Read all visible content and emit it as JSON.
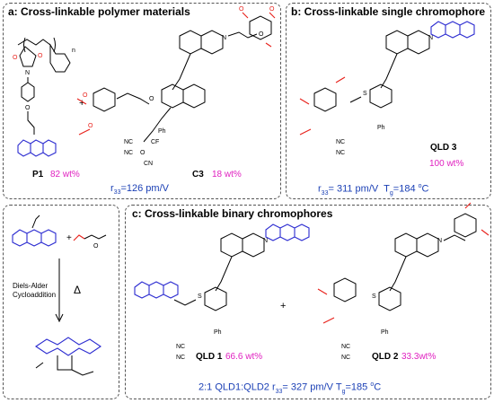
{
  "panel_a": {
    "title": "a: Cross-linkable polymer materials",
    "p1": "P1",
    "p1_wt": "82 wt%",
    "c3": "C3",
    "c3_wt": "18 wt%",
    "r33_label": "r",
    "r33_sub": "33",
    "r33_value": "=126 pm/V",
    "plus": "+"
  },
  "panel_b": {
    "title": "b: Cross-linkable single chromophore",
    "qld3": "QLD 3",
    "qld3_wt": "100 wt%",
    "r33_label": "r",
    "r33_sub": "33",
    "r33_value": "= 311 pm/V",
    "tg_label": "T",
    "tg_sub": "g",
    "tg_value": "=184 ",
    "tg_unit_sup": "o",
    "tg_unit": "C"
  },
  "panel_da": {
    "reaction_line1": "Diels-Alder",
    "reaction_line2": "Cycloaddition",
    "delta": "Δ",
    "plus": "+"
  },
  "panel_c": {
    "title": "c: Cross-linkable binary chromophores",
    "qld1": "QLD 1",
    "qld1_wt": "66.6 wt%",
    "qld2": "QLD 2",
    "qld2_wt": "33.3wt%",
    "plus": "+",
    "summary_prefix": "2:1 QLD1:QLD2 ",
    "r33_label": "r",
    "r33_sub": "33",
    "r33_value": "= 327 pm/V  ",
    "tg_label": "T",
    "tg_sub": "g",
    "tg_value": "=185 ",
    "tg_unit_sup": "o",
    "tg_unit": "C"
  },
  "atoms": {
    "N": "N",
    "O": "O",
    "S": "S",
    "NC": "NC",
    "CN": "CN",
    "Ph": "Ph",
    "CF3": "CF",
    "n": "n"
  },
  "colors": {
    "anthracene": "#2a2ad0",
    "acrylate": "#e8201a",
    "weight": "#e020c0",
    "values": "#1a3fb5"
  }
}
